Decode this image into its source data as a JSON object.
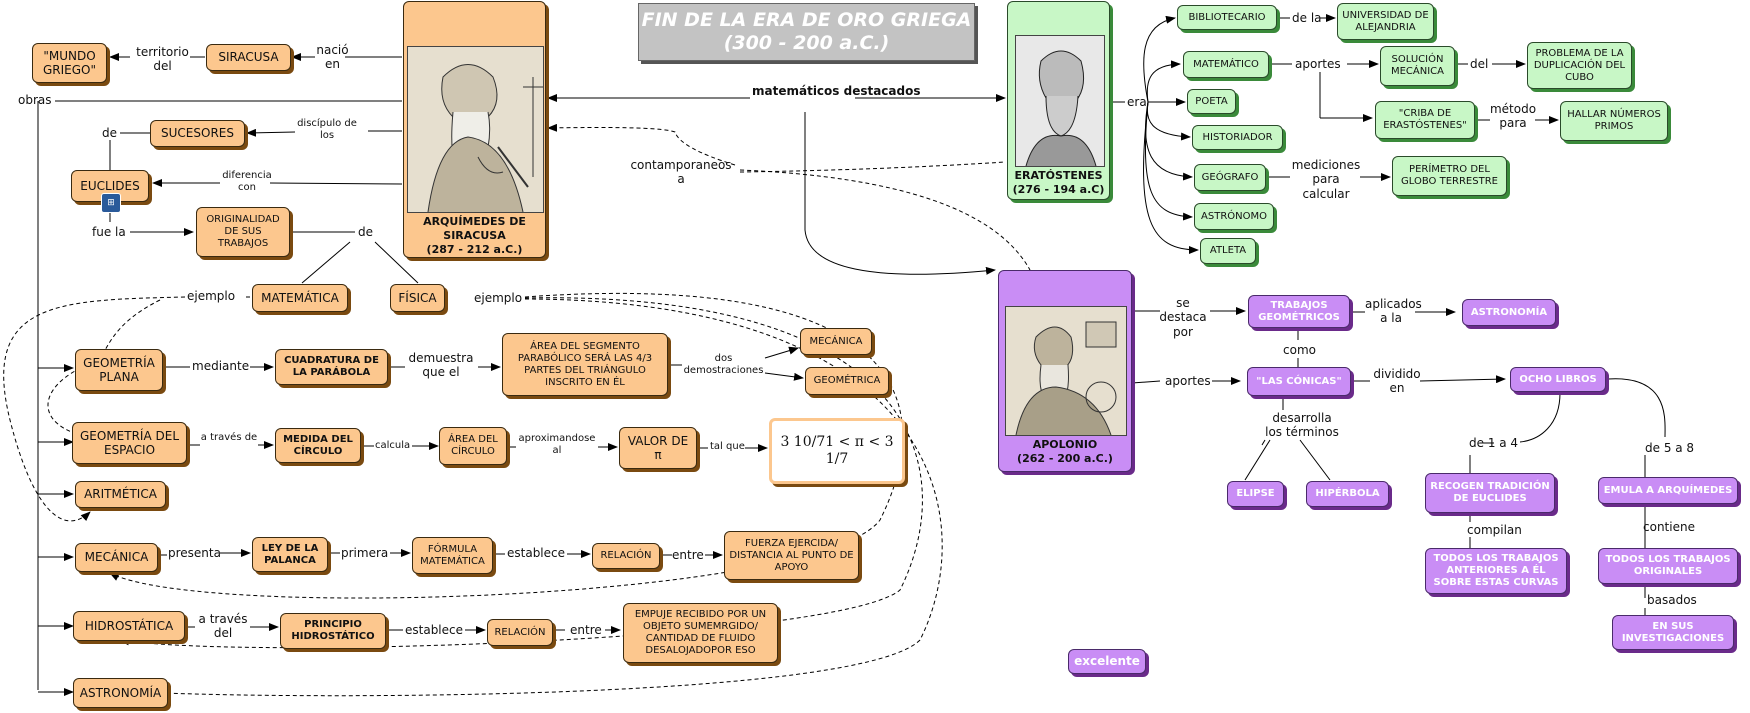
{
  "title": {
    "line1": "FIN DE LA ERA DE ORO GRIEGA",
    "line2": "(300 - 200 a.C.)"
  },
  "center_label": "matemáticos destacados",
  "contemporaneos": "contamporaneos a",
  "arquimedes": {
    "name": "ARQUÍMEDES DE SIRACUSA",
    "dates": "(287 - 212 a.C.)",
    "siracusa": "SIRACUSA",
    "mundo_griego": "\"MUNDO GRIEGO\"",
    "territorio_del": "territorio del",
    "nacio_en": "nació en",
    "obras": "obras",
    "sucesores": "SUCESORES",
    "de": "de",
    "discipulo": "discípulo de los",
    "euclides": "EUCLIDES",
    "diferencia": "diferencia con",
    "fue_la": "fue la",
    "originalidad": "ORIGINALIDAD DE SUS TRABAJOS",
    "de2": "de",
    "matematica": "MATEMÁTICA",
    "fisica": "FÍSICA",
    "ejemplo1": "ejemplo",
    "ejemplo2": "ejemplo",
    "geometria_plana": "GEOMETRÍA PLANA",
    "mediante": "mediante",
    "cuadratura": "CUADRATURA DE LA PARÁBOLA",
    "demuestra": "demuestra que el",
    "area_segmento": "ÁREA DEL SEGMENTO PARABÓLICO SERÁ LAS 4/3 PARTES DEL TRIÁNGULO INSCRITO EN ÉL",
    "dos_demostraciones": "dos demostraciones",
    "mecanica_small": "MECÁNICA",
    "geometrica": "GEOMÉTRICA",
    "geometria_espacio": "GEOMETRÍA DEL ESPACIO",
    "a_traves_de": "a través de",
    "medida_circulo": "MEDIDA DEL CÍRCULO",
    "calcula": "calcula",
    "area_circulo": "ÁREA DEL CÍRCULO",
    "aproximandose": "aproximandose al",
    "valor_pi": "VALOR DE π",
    "tal_que": "tal que",
    "pi_formula": "3 10/71 < π < 3 1/7",
    "aritmetica": "ARITMÉTICA",
    "mecanica": "MECÁNICA",
    "presenta": "presenta",
    "ley_palanca": "LEY DE LA PALANCA",
    "primera": "primera",
    "formula": "FÓRMULA MATEMÁTICA",
    "establece1": "establece",
    "relacion1": "RELACIÓN",
    "entre1": "entre",
    "fuerza": "FUERZA EJERCIDA/ DISTANCIA AL PUNTO DE APOYO",
    "hidrostatica": "HIDROSTÁTICA",
    "a_traves_del": "a través del",
    "principio": "PRINCIPIO HIDROSTÁTICO",
    "establece2": "establece",
    "relacion2": "RELACIÓN",
    "entre2": "entre",
    "empuje": "EMPUJE RECIBIDO POR UN OBJETO SUMEMRGIDO/ CANTIDAD DE FLUIDO DESALOJADOPOR ESO",
    "astronomia": "ASTRONOMÍA"
  },
  "eratostenes": {
    "name": "ERATÓSTENES",
    "dates": "(276 - 194 a.C)",
    "era": "era",
    "bibliotecario": "BIBLIOTECARIO",
    "de_la": "de la",
    "universidad": "UNIVERSIDAD DE ALEJANDRIA",
    "matematico": "MATEMÁTICO",
    "aportes": "aportes",
    "solucion": "SOLUCIÓN MECÁNICA",
    "del": "del",
    "problema": "PROBLEMA DE LA DUPLICACIÓN DEL CUBO",
    "criba": "\"CRIBA DE ERASTÓSTENES\"",
    "metodo": "método para",
    "hallar": "HALLAR NÚMEROS PRIMOS",
    "poeta": "POETA",
    "historiador": "HISTORIADOR",
    "geografo": "GEÓGRAFO",
    "mediciones": "mediciones para calcular",
    "perimetro": "PERÍMETRO DEL GLOBO TERRESTRE",
    "astronomo": "ASTRÓNOMO",
    "atleta": "ATLETA"
  },
  "apolonio": {
    "name": "APOLONIO",
    "dates": "(262 - 200 a.C.)",
    "se_destaca": "se destaca por",
    "trabajos": "TRABAJOS GEOMÉTRICOS",
    "aplicados": "aplicados a la",
    "astronomia": "ASTRONOMÍA",
    "como": "como",
    "aportes": "aportes",
    "conicas": "\"LAS CÓNICAS\"",
    "dividido": "dividido en",
    "ocho_libros": "OCHO LIBROS",
    "desarrolla": "desarrolla los términos",
    "elipse": "ELIPSE",
    "hiperbola": "HIPÉRBOLA",
    "de1a4": "de 1 a 4",
    "de5a8": "de 5 a 8",
    "recogen": "RECOGEN TRADICIÓN DE EUCLIDES",
    "emula": "EMULA A ARQUÍMEDES",
    "compilan": "compilan",
    "contiene": "contiene",
    "todos_anteriores": "TODOS LOS TRABAJOS ANTERIORES A ÉL SOBRE ESTAS CURVAS",
    "todos_originales": "TODOS LOS TRABAJOS ORIGINALES",
    "basados": "basados",
    "en_sus": "EN SUS INVESTIGACIONES"
  },
  "excelente": "excelente",
  "colors": {
    "orange": "#fcc78e",
    "green": "#c8f7c6",
    "purple": "#c98df5",
    "title_gray": "#c3c3c3"
  }
}
